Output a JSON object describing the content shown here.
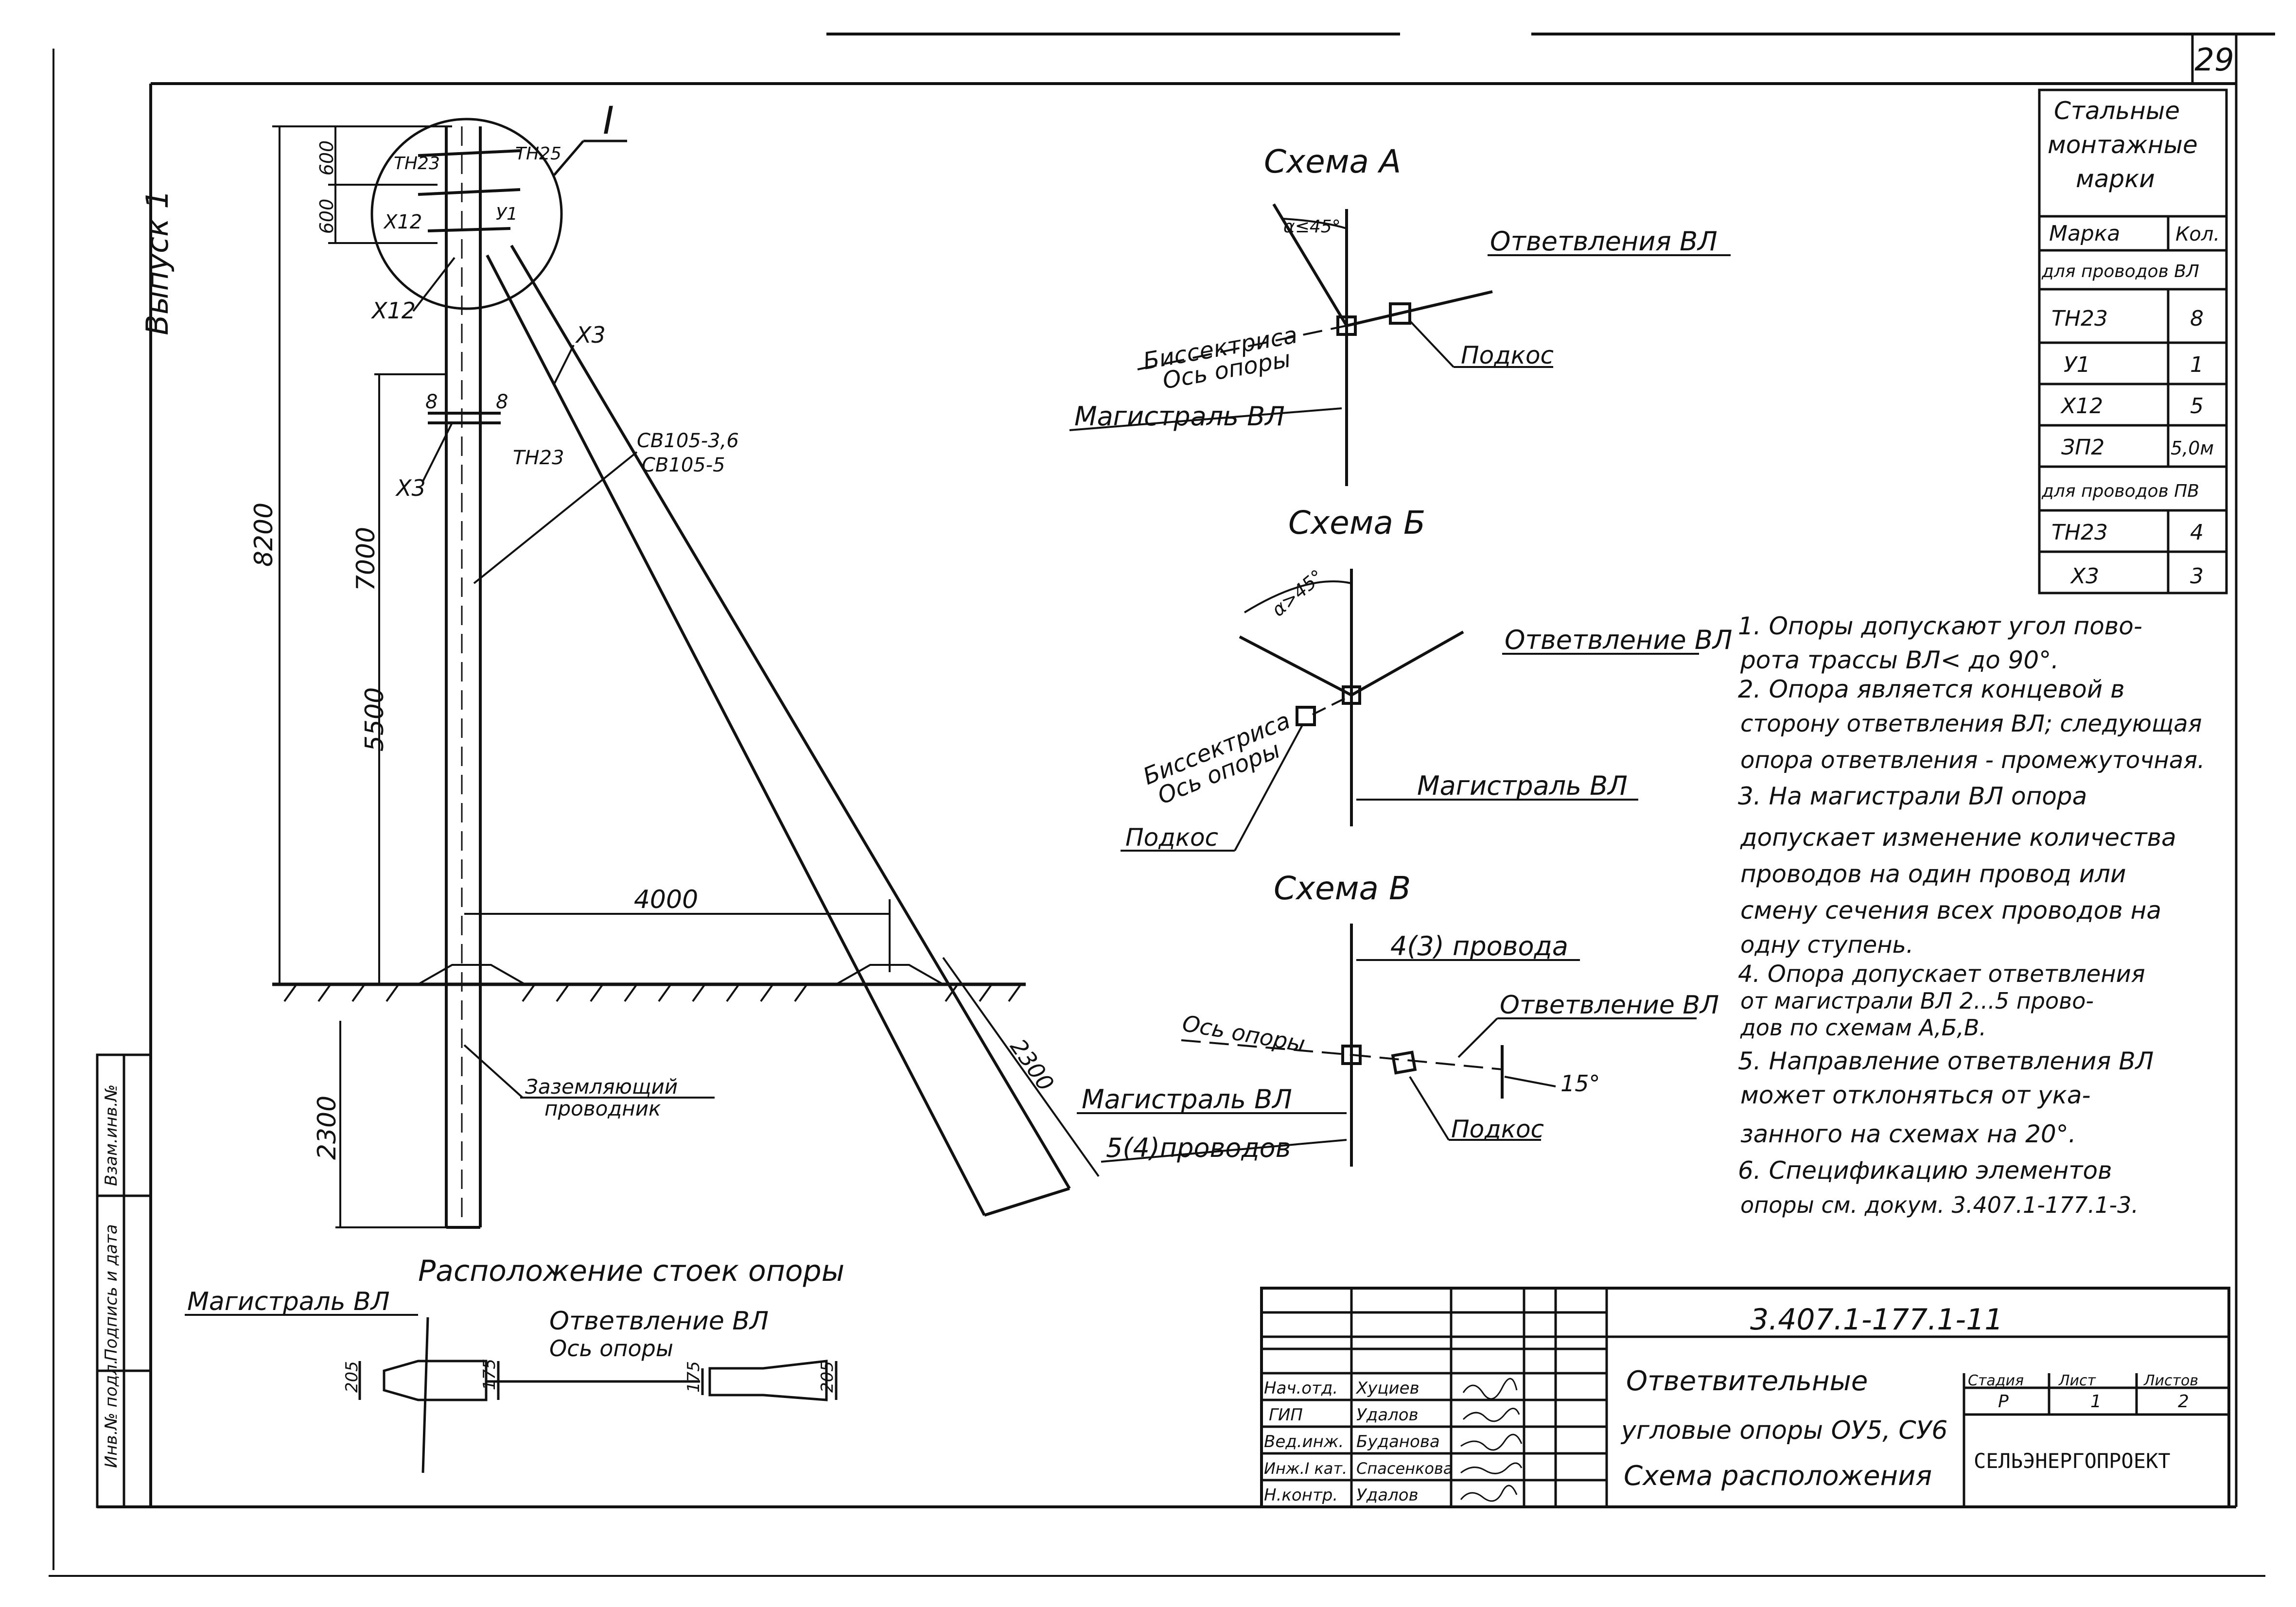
{
  "sheet": {
    "page_number": "29",
    "vertical_label": "Выпуск 1"
  },
  "pole": {
    "callout_I": "I",
    "dim_600_top": "600",
    "dim_600_bottom": "600",
    "dim_8200": "8200",
    "dim_7000": "7000",
    "dim_5500": "5500",
    "dim_2300_left": "2300",
    "dim_4000": "4000",
    "dim_2300_strut": "2300",
    "lbl_tn23": "ТН23",
    "lbl_tn25": "ТН25",
    "lbl_x12_a": "Х12",
    "lbl_u1": "У1",
    "lbl_x12_b": "Х12",
    "lbl_x3_strut": "Х3",
    "lbl_8_left": "8",
    "lbl_8_right": "8",
    "lbl_x3_left": "Х3",
    "lbl_tn23_low": "ТН23",
    "lbl_sv_1": "СВ105-3,6",
    "lbl_sv_2": "СВ105-5",
    "lbl_ground_1": "Заземляющий",
    "lbl_ground_2": "проводник"
  },
  "scheme_a": {
    "title": "Схема А",
    "angle": "α≤45°",
    "branch": "Ответвления ВЛ",
    "bisector": "Биссектриса",
    "axis": "Ось опоры",
    "strut": "Подкос",
    "main": "Магистраль ВЛ"
  },
  "scheme_b": {
    "title": "Схема Б",
    "angle": "α>45°",
    "branch": "Ответвление ВЛ",
    "bisector": "Биссектриса",
    "axis": "Ось опоры",
    "strut": "Подкос",
    "main": "Магистраль ВЛ"
  },
  "scheme_v": {
    "title": "Схема В",
    "wires_top": "4(3) провода",
    "axis": "Ось опоры",
    "branch": "Ответвление ВЛ",
    "angle": "15°",
    "main": "Магистраль ВЛ",
    "wires_bottom": "5(4)проводов",
    "strut": "Подкос"
  },
  "layout_plan": {
    "title": "Расположение стоек опоры",
    "main": "Магистраль ВЛ",
    "branch": "Ответвление ВЛ",
    "axis": "Ось опоры",
    "dim_205_left": "205",
    "dim_175_left": "175",
    "dim_175_right": "175",
    "dim_205_right": "205"
  },
  "marks_table": {
    "title_lines": [
      "Стальные",
      "монтажные",
      "марки"
    ],
    "header_mark": "Марка",
    "header_qty": "Кол.",
    "section_vl": "для проводов ВЛ",
    "rows_vl": [
      {
        "mark": "ТН23",
        "qty": "8"
      },
      {
        "mark": "У1",
        "qty": "1"
      },
      {
        "mark": "Х12",
        "qty": "5"
      },
      {
        "mark": "ЗП2",
        "qty": "5,0м"
      }
    ],
    "section_pv": "для проводов ПВ",
    "rows_pv": [
      {
        "mark": "ТН23",
        "qty": "4"
      },
      {
        "mark": "Х3",
        "qty": "3"
      }
    ]
  },
  "notes": [
    "1. Опоры допускают угол пово-",
    "рота трассы ВЛ< до 90°.",
    "2. Опора является концевой в",
    "сторону ответвления ВЛ; следующая",
    "опора ответвления - промежуточная.",
    "3. На магистрали ВЛ опора",
    "допускает изменение количества",
    "проводов на один провод или",
    "смену сечения всех проводов на",
    "одну ступень.",
    "4. Опора допускает ответвления",
    "от магистрали ВЛ 2...5 прово-",
    "дов по схемам А,Б,В.",
    "5. Направление ответвления ВЛ",
    "может отклоняться от ука-",
    "занного на схемах на 20°.",
    "6. Спецификацию элементов",
    "опоры см. докум. 3.407.1-177.1-3."
  ],
  "title_block": {
    "doc_code": "3.407.1-177.1-11",
    "title_lines": [
      "Ответвительные",
      "угловые опоры ОУ5, СУ6",
      "Схема расположения"
    ],
    "stage_header": "Стадия",
    "sheet_header": "Лист",
    "sheets_header": "Листов",
    "stage": "Р",
    "sheet": "1",
    "sheets": "2",
    "org": "СЕЛЬЭНЕРГОПРОЕКТ",
    "roles": [
      "Нач.отд.",
      "ГИП",
      "Вед.инж.",
      "Инж.I кат.",
      "Н.контр."
    ],
    "names": [
      "Хуциев",
      "Удалов",
      "Буданова",
      "Спасенкова",
      "Удалов"
    ]
  },
  "left_strip": [
    "Инв.№ подл.",
    "Подпись и дата",
    "Взам.инв.№"
  ]
}
